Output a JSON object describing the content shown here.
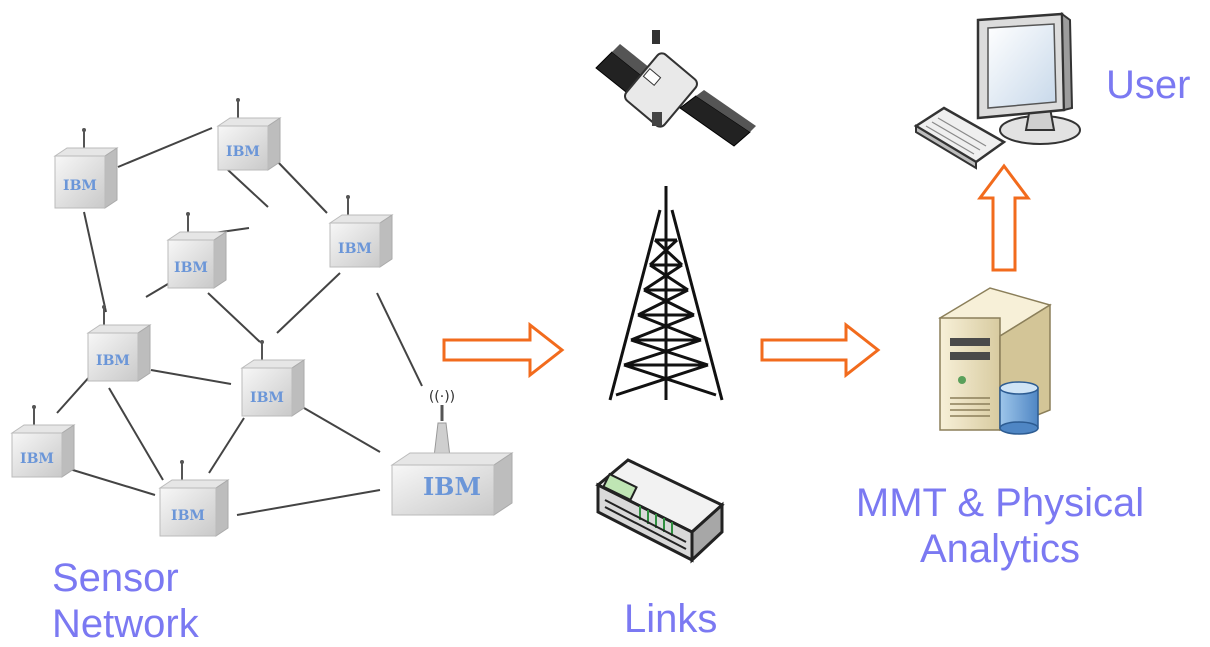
{
  "labels": {
    "sensor_network": [
      "Sensor",
      "Network"
    ],
    "links": "Links",
    "mmt": [
      "MMT & Physical",
      "Analytics"
    ],
    "user": "User"
  },
  "sensor_brand": "IBM",
  "colors": {
    "label": "#7b79f2",
    "arrow": "#f26b1d",
    "brand": "#6b96d8",
    "server": "#efe6c6"
  },
  "icons": [
    "satellite-icon",
    "radio-tower-icon",
    "modem-icon",
    "server-icon",
    "database-icon",
    "desktop-computer-icon",
    "keyboard-icon"
  ]
}
